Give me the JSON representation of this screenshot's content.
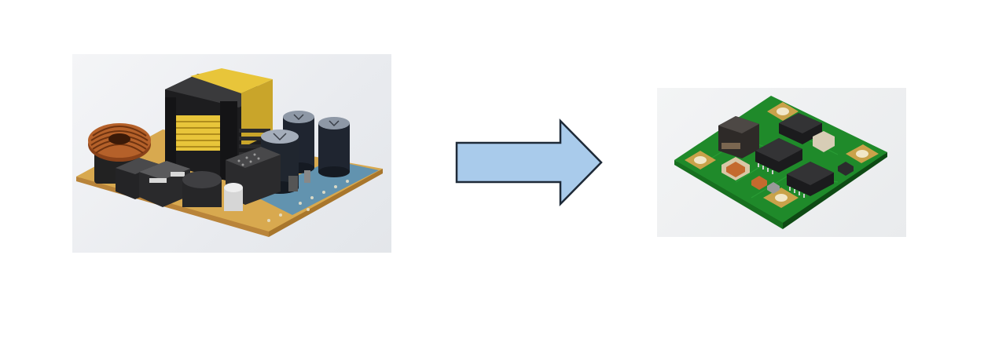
{
  "diagram": {
    "direction": "left-to-right",
    "source_object": "large-power-supply-board",
    "target_object": "miniaturized-power-module",
    "connector": "block-arrow"
  },
  "colors": {
    "background": "#ffffff",
    "arrow_fill": "#a9cbeb",
    "arrow_stroke": "#1e2a38",
    "left_pcb": "#d8a94f",
    "left_pcb_blue": "#4e8fc0",
    "transformer_core": "#e8c53a",
    "toroid_copper": "#b5612a",
    "right_pcb": "#1f8a2a",
    "gold_pad": "#c9a24a"
  },
  "icons": {
    "arrow": "right-arrow-icon"
  }
}
